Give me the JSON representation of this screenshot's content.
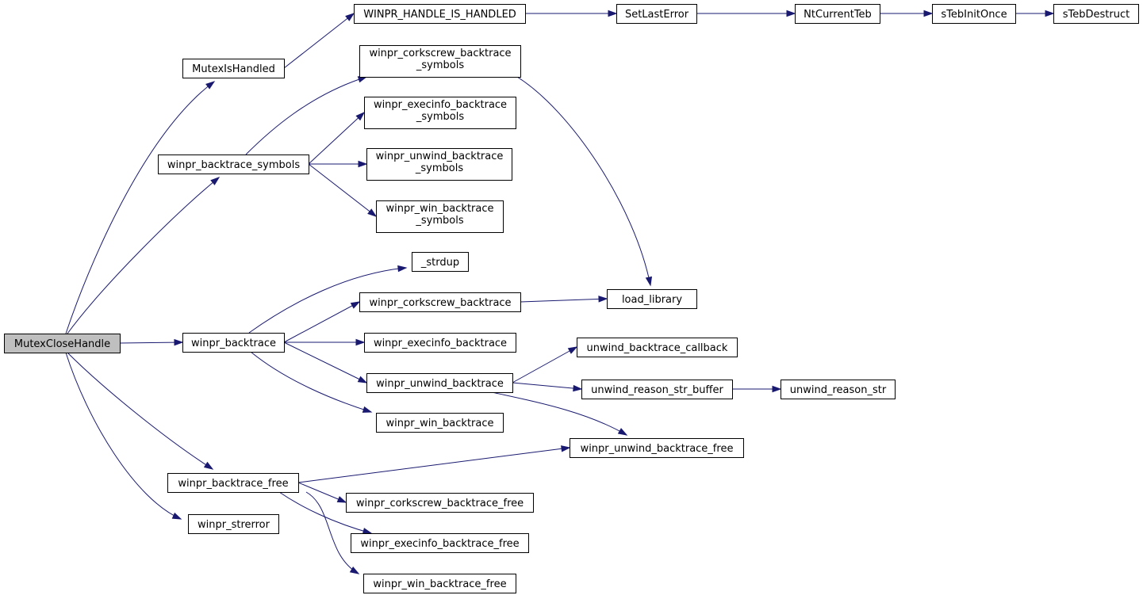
{
  "colors": {
    "edge": "#191970",
    "root_fill": "#bfbfbf",
    "node_fill": "#ffffff",
    "node_border": "#000000"
  },
  "nodes": {
    "root": [
      "MutexCloseHandle"
    ],
    "is_handled": [
      "MutexIsHandled"
    ],
    "handle_is_handled": [
      "WINPR_HANDLE_IS_HANDLED"
    ],
    "set_last_error": [
      "SetLastError"
    ],
    "nt_current_teb": [
      "NtCurrentTeb"
    ],
    "teb_init_once": [
      "sTebInitOnce"
    ],
    "teb_destruct": [
      "sTebDestruct"
    ],
    "bt_symbols": [
      "winpr_backtrace_symbols"
    ],
    "corkscrew_symbols": [
      "winpr_corkscrew_backtrace",
      "_symbols"
    ],
    "execinfo_symbols": [
      "winpr_execinfo_backtrace",
      "_symbols"
    ],
    "unwind_symbols": [
      "winpr_unwind_backtrace",
      "_symbols"
    ],
    "win_symbols": [
      "winpr_win_backtrace",
      "_symbols"
    ],
    "backtrace": [
      "winpr_backtrace"
    ],
    "strdup": [
      "_strdup"
    ],
    "corkscrew_bt": [
      "winpr_corkscrew_backtrace"
    ],
    "load_library": [
      "load_library"
    ],
    "execinfo_bt": [
      "winpr_execinfo_backtrace"
    ],
    "unwind_bt": [
      "winpr_unwind_backtrace"
    ],
    "unwind_callback": [
      "unwind_backtrace_callback"
    ],
    "reason_buffer": [
      "unwind_reason_str_buffer"
    ],
    "reason_str": [
      "unwind_reason_str"
    ],
    "win_bt": [
      "winpr_win_backtrace"
    ],
    "bt_free": [
      "winpr_backtrace_free"
    ],
    "unwind_free": [
      "winpr_unwind_backtrace_free"
    ],
    "corkscrew_free": [
      "winpr_corkscrew_backtrace_free"
    ],
    "execinfo_free": [
      "winpr_execinfo_backtrace_free"
    ],
    "win_free": [
      "winpr_win_backtrace_free"
    ],
    "strerror": [
      "winpr_strerror"
    ]
  },
  "edges": [
    [
      "root",
      "is_handled"
    ],
    [
      "root",
      "bt_symbols"
    ],
    [
      "root",
      "backtrace"
    ],
    [
      "root",
      "bt_free"
    ],
    [
      "root",
      "strerror"
    ],
    [
      "is_handled",
      "handle_is_handled"
    ],
    [
      "handle_is_handled",
      "set_last_error"
    ],
    [
      "set_last_error",
      "nt_current_teb"
    ],
    [
      "nt_current_teb",
      "teb_init_once"
    ],
    [
      "teb_init_once",
      "teb_destruct"
    ],
    [
      "bt_symbols",
      "corkscrew_symbols"
    ],
    [
      "bt_symbols",
      "execinfo_symbols"
    ],
    [
      "bt_symbols",
      "unwind_symbols"
    ],
    [
      "bt_symbols",
      "win_symbols"
    ],
    [
      "corkscrew_symbols",
      "load_library"
    ],
    [
      "backtrace",
      "strdup"
    ],
    [
      "backtrace",
      "corkscrew_bt"
    ],
    [
      "backtrace",
      "execinfo_bt"
    ],
    [
      "backtrace",
      "unwind_bt"
    ],
    [
      "backtrace",
      "win_bt"
    ],
    [
      "corkscrew_bt",
      "load_library"
    ],
    [
      "unwind_bt",
      "unwind_callback"
    ],
    [
      "unwind_bt",
      "reason_buffer"
    ],
    [
      "unwind_bt",
      "unwind_free"
    ],
    [
      "reason_buffer",
      "reason_str"
    ],
    [
      "bt_free",
      "unwind_free"
    ],
    [
      "bt_free",
      "corkscrew_free"
    ],
    [
      "bt_free",
      "execinfo_free"
    ],
    [
      "bt_free",
      "win_free"
    ]
  ]
}
